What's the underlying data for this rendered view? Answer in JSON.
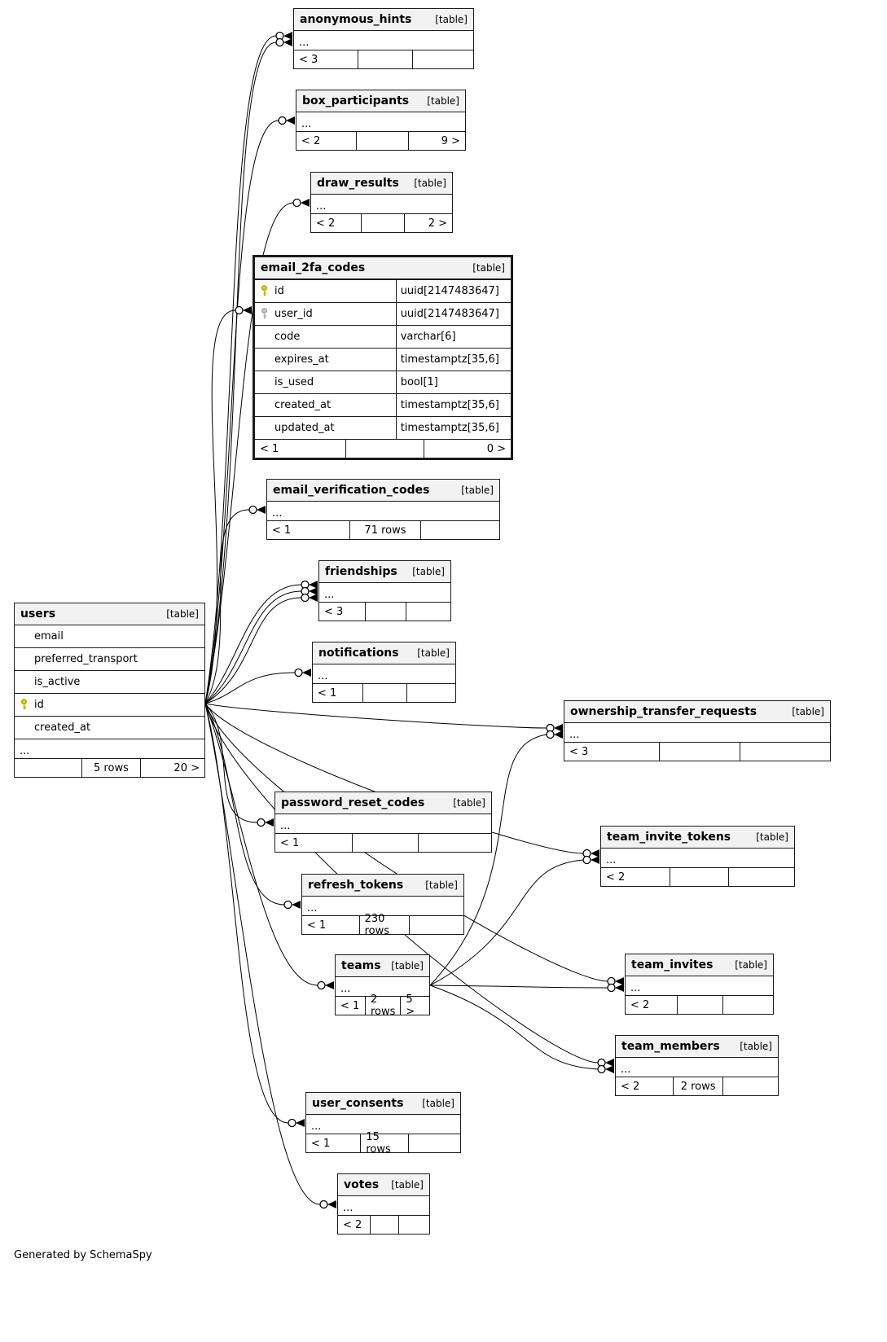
{
  "diagram": {
    "generator_note": "Generated by SchemaSpy",
    "type_label": "[table]"
  },
  "tables": [
    {
      "id": "users",
      "name": "users",
      "type_label": "[table]",
      "emphasized": false,
      "columns": [
        {
          "name": "email",
          "key": null,
          "type": null
        },
        {
          "name": "preferred_transport",
          "key": null,
          "type": null
        },
        {
          "name": "is_active",
          "key": null,
          "type": null
        },
        {
          "name": "id",
          "key": "primary",
          "type": null
        },
        {
          "name": "created_at",
          "key": null,
          "type": null
        }
      ],
      "ellipsis": "...",
      "footer": [
        "",
        "5 rows",
        "20 >"
      ]
    },
    {
      "id": "anonymous_hints",
      "name": "anonymous_hints",
      "type_label": "[table]",
      "emphasized": false,
      "columns": [],
      "ellipsis": "...",
      "footer": [
        "< 3",
        "",
        ""
      ]
    },
    {
      "id": "box_participants",
      "name": "box_participants",
      "type_label": "[table]",
      "emphasized": false,
      "columns": [],
      "ellipsis": "...",
      "footer": [
        "< 2",
        "",
        "9 >"
      ]
    },
    {
      "id": "draw_results",
      "name": "draw_results",
      "type_label": "[table]",
      "emphasized": false,
      "columns": [],
      "ellipsis": "...",
      "footer": [
        "< 2",
        "",
        "2 >"
      ]
    },
    {
      "id": "email_2fa_codes",
      "name": "email_2fa_codes",
      "type_label": "[table]",
      "emphasized": true,
      "columns": [
        {
          "name": "id",
          "key": "primary",
          "type": "uuid[2147483647]"
        },
        {
          "name": "user_id",
          "key": "foreign",
          "type": "uuid[2147483647]"
        },
        {
          "name": "code",
          "key": null,
          "type": "varchar[6]"
        },
        {
          "name": "expires_at",
          "key": null,
          "type": "timestamptz[35,6]"
        },
        {
          "name": "is_used",
          "key": null,
          "type": "bool[1]"
        },
        {
          "name": "created_at",
          "key": null,
          "type": "timestamptz[35,6]"
        },
        {
          "name": "updated_at",
          "key": null,
          "type": "timestamptz[35,6]"
        }
      ],
      "ellipsis": null,
      "footer": [
        "< 1",
        "",
        "0 >"
      ]
    },
    {
      "id": "email_verification_codes",
      "name": "email_verification_codes",
      "type_label": "[table]",
      "emphasized": false,
      "columns": [],
      "ellipsis": "...",
      "footer": [
        "< 1",
        "71 rows",
        ""
      ]
    },
    {
      "id": "friendships",
      "name": "friendships",
      "type_label": "[table]",
      "emphasized": false,
      "columns": [],
      "ellipsis": "...",
      "footer": [
        "< 3",
        "",
        ""
      ]
    },
    {
      "id": "notifications",
      "name": "notifications",
      "type_label": "[table]",
      "emphasized": false,
      "columns": [],
      "ellipsis": "...",
      "footer": [
        "< 1",
        "",
        ""
      ]
    },
    {
      "id": "ownership_transfer_requests",
      "name": "ownership_transfer_requests",
      "type_label": "[table]",
      "emphasized": false,
      "columns": [],
      "ellipsis": "...",
      "footer": [
        "< 3",
        "",
        ""
      ]
    },
    {
      "id": "password_reset_codes",
      "name": "password_reset_codes",
      "type_label": "[table]",
      "emphasized": false,
      "columns": [],
      "ellipsis": "...",
      "footer": [
        "< 1",
        "",
        ""
      ]
    },
    {
      "id": "team_invite_tokens",
      "name": "team_invite_tokens",
      "type_label": "[table]",
      "emphasized": false,
      "columns": [],
      "ellipsis": "...",
      "footer": [
        "< 2",
        "",
        ""
      ]
    },
    {
      "id": "refresh_tokens",
      "name": "refresh_tokens",
      "type_label": "[table]",
      "emphasized": false,
      "columns": [],
      "ellipsis": "...",
      "footer": [
        "< 1",
        "230 rows",
        ""
      ]
    },
    {
      "id": "teams",
      "name": "teams",
      "type_label": "[table]",
      "emphasized": false,
      "columns": [],
      "ellipsis": "...",
      "footer": [
        "< 1",
        "2 rows",
        "5 >"
      ]
    },
    {
      "id": "team_invites",
      "name": "team_invites",
      "type_label": "[table]",
      "emphasized": false,
      "columns": [],
      "ellipsis": "...",
      "footer": [
        "< 2",
        "",
        ""
      ]
    },
    {
      "id": "team_members",
      "name": "team_members",
      "type_label": "[table]",
      "emphasized": false,
      "columns": [],
      "ellipsis": "...",
      "footer": [
        "< 2",
        "2 rows",
        ""
      ]
    },
    {
      "id": "user_consents",
      "name": "user_consents",
      "type_label": "[table]",
      "emphasized": false,
      "columns": [],
      "ellipsis": "...",
      "footer": [
        "< 1",
        "15 rows",
        ""
      ]
    },
    {
      "id": "votes",
      "name": "votes",
      "type_label": "[table]",
      "emphasized": false,
      "columns": [],
      "ellipsis": "...",
      "footer": [
        "< 2",
        "",
        ""
      ]
    }
  ],
  "relationships": [
    {
      "from": "users",
      "to": "anonymous_hints"
    },
    {
      "from": "users",
      "to": "anonymous_hints"
    },
    {
      "from": "users",
      "to": "box_participants"
    },
    {
      "from": "users",
      "to": "draw_results"
    },
    {
      "from": "users",
      "to": "email_2fa_codes"
    },
    {
      "from": "users",
      "to": "email_verification_codes"
    },
    {
      "from": "users",
      "to": "friendships"
    },
    {
      "from": "users",
      "to": "friendships"
    },
    {
      "from": "users",
      "to": "friendships"
    },
    {
      "from": "users",
      "to": "notifications"
    },
    {
      "from": "users",
      "to": "ownership_transfer_requests"
    },
    {
      "from": "users",
      "to": "password_reset_codes"
    },
    {
      "from": "users",
      "to": "team_invite_tokens"
    },
    {
      "from": "users",
      "to": "refresh_tokens"
    },
    {
      "from": "users",
      "to": "teams"
    },
    {
      "from": "users",
      "to": "team_invites"
    },
    {
      "from": "users",
      "to": "team_members"
    },
    {
      "from": "users",
      "to": "user_consents"
    },
    {
      "from": "users",
      "to": "votes"
    },
    {
      "from": "teams",
      "to": "ownership_transfer_requests"
    },
    {
      "from": "teams",
      "to": "team_invite_tokens"
    },
    {
      "from": "teams",
      "to": "team_invites"
    },
    {
      "from": "teams",
      "to": "team_members"
    }
  ],
  "colors": {
    "table_header_bg": "#f2f2f2",
    "border": "#1a1a1a",
    "primary_key": "#e0e000",
    "foreign_key": "#cccccc"
  }
}
